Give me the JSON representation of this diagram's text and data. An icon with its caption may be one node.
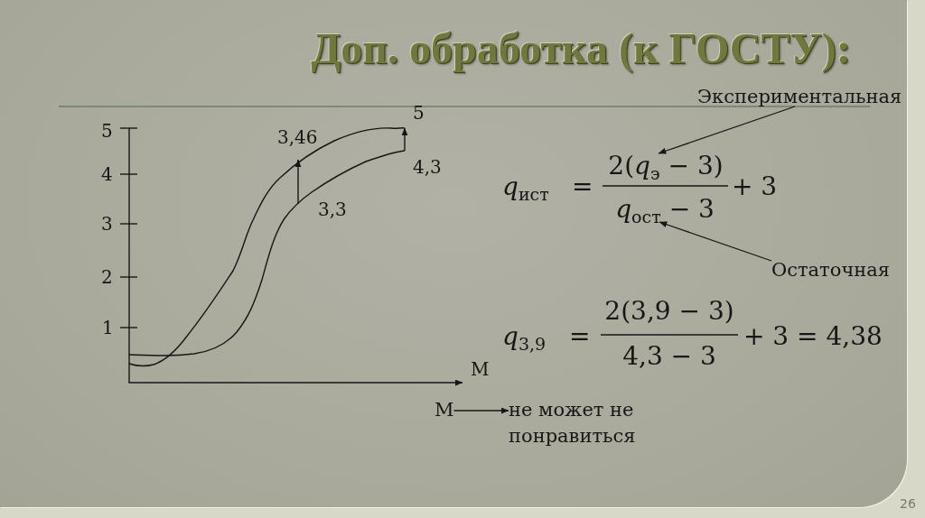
{
  "diagram": {
    "title": "Доп. обработка (к ГОСТУ):",
    "nodes": [
      {
        "text": [
          "Экспериментальная"
        ]
      },
      {
        "text": [
          "2(*q*$_{э}$ − 3)"
        ]
      },
      {
        "text": [
          "*q*$_{ост}$ − 3"
        ]
      },
      {
        "text": [
          "Остаточная"
        ]
      },
      {
        "text": [
          "М"
        ]
      },
      {
        "text": [
          "не может не понравиться"
        ]
      }
    ],
    "edges": [
      {
        "from": 0,
        "to": 1,
        "arrow": "to"
      },
      {
        "from": 3,
        "to": 2,
        "arrow": "to"
      },
      {
        "from": 4,
        "to": 5,
        "arrow": "to"
      }
    ],
    "labels": [
      "5",
      "4",
      "3",
      "2",
      "1",
      "3,46",
      "3,3",
      "5",
      "4,3",
      "М",
      "*q*$_{ист}$",
      "=",
      "+ 3",
      "*q*$_{3,9}$",
      "=",
      "2(3,9 − 3)",
      "4,3 − 3",
      "+ 3 = 4,38",
      "26"
    ]
  }
}
